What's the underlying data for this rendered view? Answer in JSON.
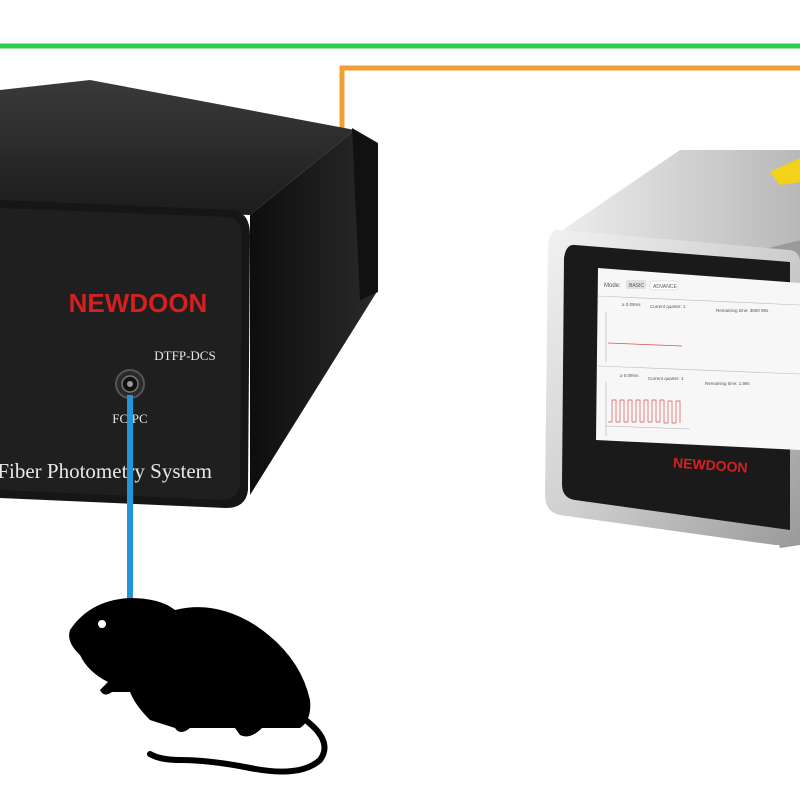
{
  "left_device": {
    "brand": "NEWDOON",
    "model": "DTFP-DCS",
    "port_label": "FC/PC",
    "system_label": "Fiber Photometry System"
  },
  "right_device": {
    "brand": "NEWDOON",
    "screen": {
      "mode_label": "Mode:",
      "mode_options": [
        "BASIC",
        "ADVANCE"
      ],
      "panel1": {
        "param": "≥ 0.09ms",
        "current": "Current quarter: 1",
        "remaining": "Remaining time: 3600 98s"
      },
      "panel2": {
        "param": "≥ 0.09ms",
        "current": "Current quarter: 1",
        "remaining": "Remaining time: 1.98s"
      }
    }
  },
  "colors": {
    "green_cable": "#2ecc4f",
    "orange_cable": "#f0a030",
    "blue_fiber": "#2196d9",
    "brand_red": "#d42020"
  },
  "icons": [
    "mouse-icon",
    "fc-pc-connector-icon"
  ]
}
